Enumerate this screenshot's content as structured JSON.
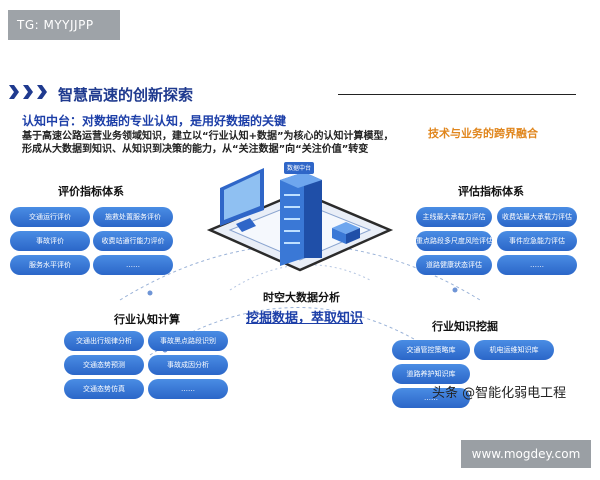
{
  "watermark_tag": "TG: MYYJJPP",
  "header": {
    "title": "智慧高速的创新探索",
    "subtitle": "认知中台：对数据的专业认知，是用好数据的关键",
    "body_line1": "基于高速公路运营业务领域知识，建立以“行业认知+数据”为核心的认知计算模型，",
    "body_line2": "形成从大数据到知识、从知识到决策的能力，从“关注数据”向“关注价值”转变",
    "fusion_label": "技术与业务的跨界融合"
  },
  "left_eval": {
    "title": "评价指标体系",
    "items": [
      "交通运行评价",
      "施救处置服务评价",
      "事故评价",
      "收费站通行能力评价",
      "服务水平评价",
      "……"
    ]
  },
  "right_eval": {
    "title": "评估指标体系",
    "items": [
      "主线最大承载力评估",
      "收费站最大承载力评估",
      "重点路段多尺度风险评估",
      "事件应急能力评估",
      "道路健康状态评估",
      "……"
    ]
  },
  "cognition": {
    "title": "行业认知计算",
    "items": [
      "交通出行规律分析",
      "事故黑点路段识别",
      "交通态势预测",
      "事故成因分析",
      "交通态势仿真",
      "……"
    ]
  },
  "mining": {
    "title": "行业知识挖掘",
    "items": [
      "交通管控策略库",
      "机电运维知识库",
      "道路养护知识库",
      "……"
    ]
  },
  "center": {
    "title": "时空大数据分析",
    "slogan": "挖掘数据，萃取知识"
  },
  "screen_label": "数据中台",
  "watermark_text": "头条 @智能化弱电工程",
  "url": "www.mogdey.com",
  "colors": {
    "accent_blue": "#1f3a8f",
    "pill_blue": "#2f6fd0",
    "highlight_orange": "#e0861d"
  }
}
